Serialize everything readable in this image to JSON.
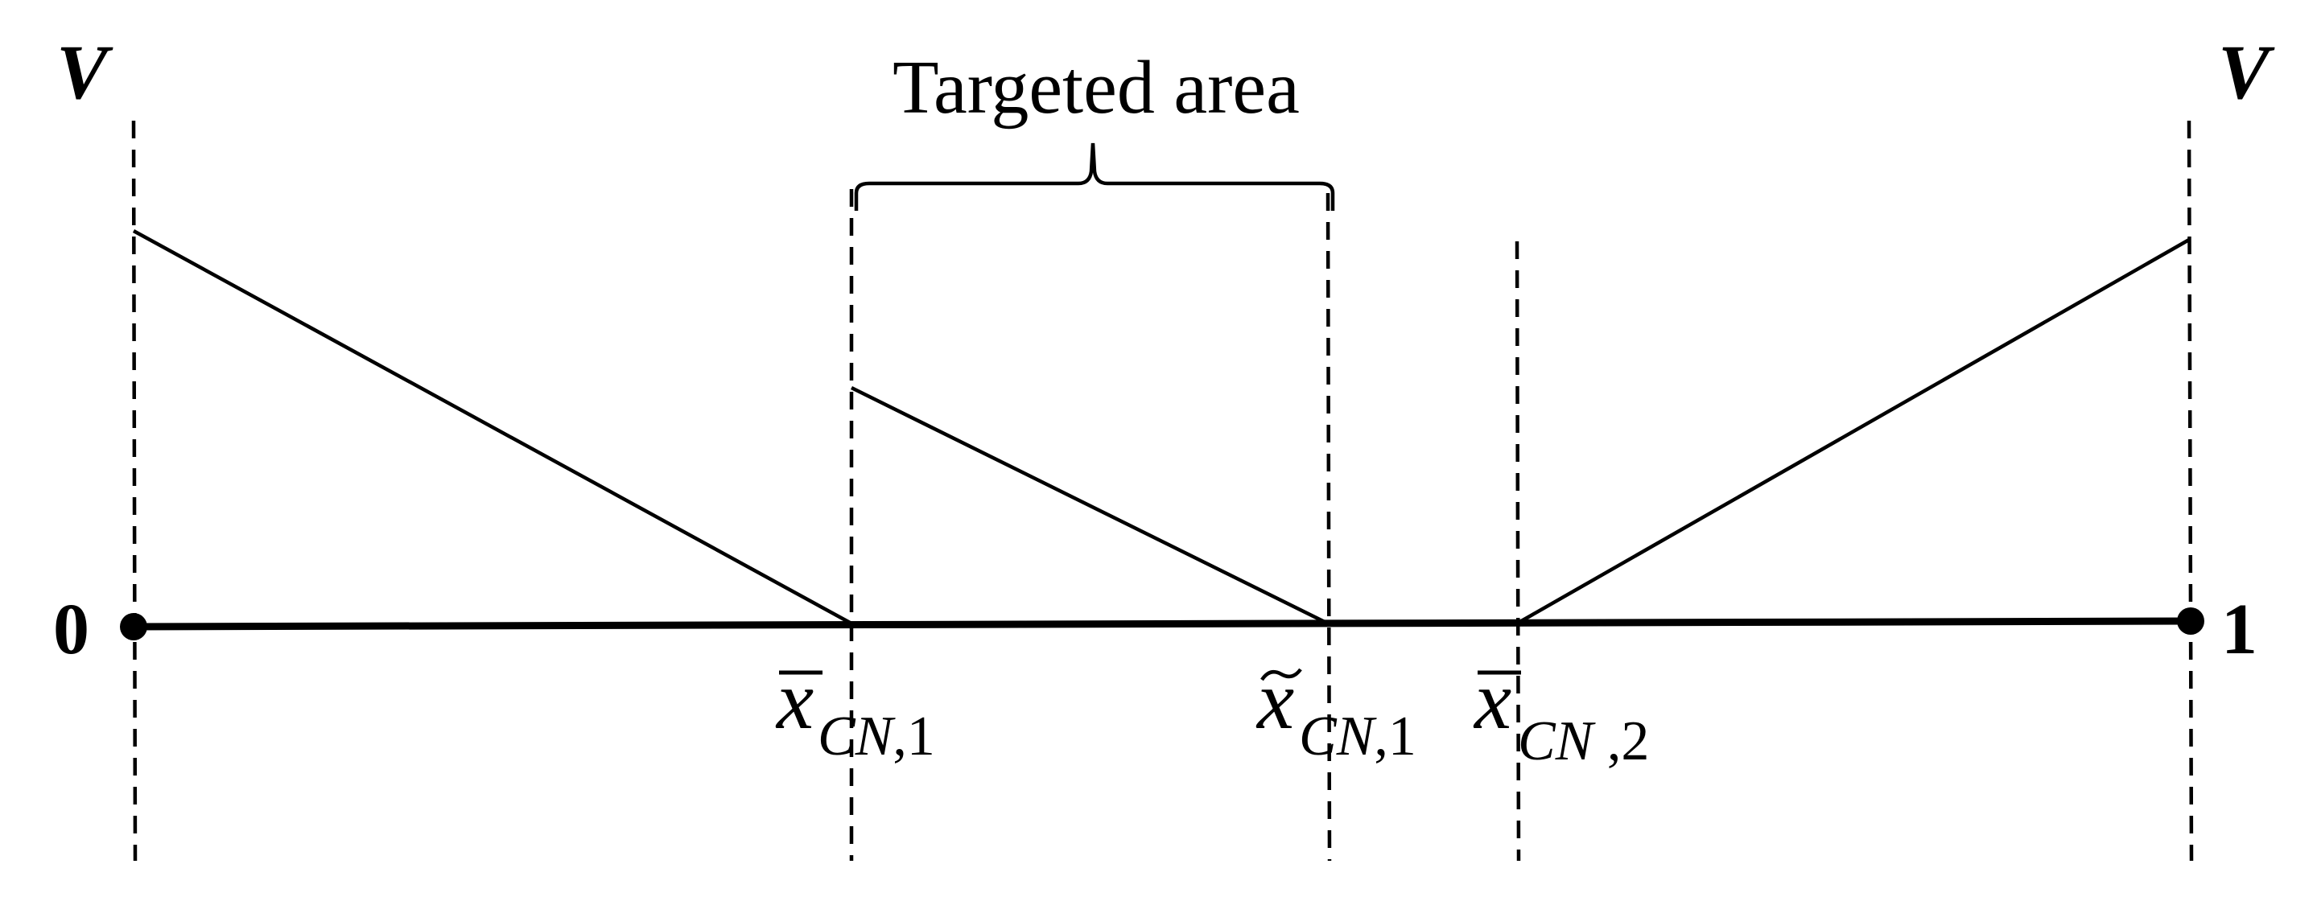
{
  "left_axis_label": "V",
  "right_axis_label": "V",
  "left_end_label": "0",
  "right_end_label": "1",
  "bracket_label": "Targeted area",
  "threshold_1": {
    "symbol": "x",
    "accent": "bar",
    "sub_letters": "CN",
    "sub_sep": ",",
    "sub_index": "1"
  },
  "threshold_2": {
    "symbol": "x",
    "accent": "tilde",
    "sub_letters": "CN",
    "sub_sep": ",",
    "sub_index": "1"
  },
  "threshold_3": {
    "symbol": "x",
    "accent": "bar",
    "sub_letters": "CN",
    "sub_sep": " ,",
    "sub_index": "2"
  },
  "colors": {
    "line": "#000000",
    "background": "#ffffff"
  }
}
